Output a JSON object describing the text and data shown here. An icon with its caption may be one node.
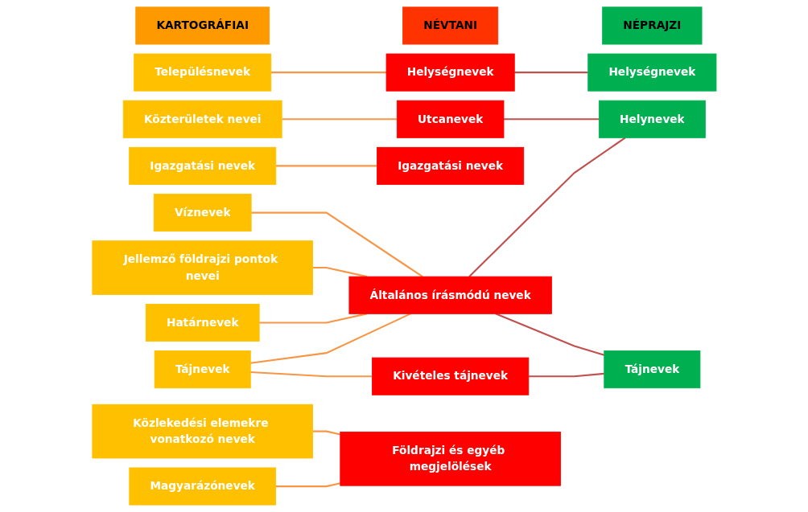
{
  "diagram": {
    "nodes": [
      {
        "text": [
          "KARTOGRÁFIAI"
        ]
      },
      {
        "text": [
          "NÉVTANI"
        ]
      },
      {
        "text": [
          "NÉPRAJZI"
        ]
      },
      {
        "text": [
          "Településnevek"
        ]
      },
      {
        "text": [
          "Közterületek nevei"
        ]
      },
      {
        "text": [
          "Igazgatási nevek"
        ]
      },
      {
        "text": [
          "Víznevek"
        ]
      },
      {
        "text": [
          "Jellemző földrajzi pontok nevei"
        ]
      },
      {
        "text": [
          "Határnevek"
        ]
      },
      {
        "text": [
          "Tájnevek"
        ]
      },
      {
        "text": [
          "Közlekedési elemekre vonatkozó nevek"
        ]
      },
      {
        "text": [
          "Magyarázónevek"
        ]
      },
      {
        "text": [
          "Helységnevek"
        ]
      },
      {
        "text": [
          "Utcanevek"
        ]
      },
      {
        "text": [
          "Igazgatási nevek"
        ]
      },
      {
        "text": [
          "Általános írásmódú nevek"
        ]
      },
      {
        "text": [
          "Kivételes tájnevek"
        ]
      },
      {
        "text": [
          "Földrajzi és egyéb megjelölések"
        ]
      },
      {
        "text": [
          "Helységnevek"
        ]
      },
      {
        "text": [
          "Helynevek"
        ]
      },
      {
        "text": [
          "Tájnevek"
        ]
      }
    ],
    "edges": [
      {
        "from": 3,
        "to": 12,
        "arrow": "none"
      },
      {
        "from": 4,
        "to": 13,
        "arrow": "none"
      },
      {
        "from": 5,
        "to": 14,
        "arrow": "none"
      },
      {
        "from": 6,
        "to": 15,
        "arrow": "none"
      },
      {
        "from": 7,
        "to": 15,
        "arrow": "none"
      },
      {
        "from": 8,
        "to": 15,
        "arrow": "none"
      },
      {
        "from": 9,
        "to": 15,
        "arrow": "none"
      },
      {
        "from": 9,
        "to": 16,
        "arrow": "none"
      },
      {
        "from": 10,
        "to": 17,
        "arrow": "none"
      },
      {
        "from": 11,
        "to": 17,
        "arrow": "none"
      },
      {
        "from": 12,
        "to": 18,
        "arrow": "none",
        "color": "#c0504d"
      },
      {
        "from": 13,
        "to": 19,
        "arrow": "none",
        "color": "#c0504d"
      },
      {
        "from": 15,
        "to": 19,
        "arrow": "none",
        "color": "#c0504d"
      },
      {
        "from": 15,
        "to": 20,
        "arrow": "none",
        "color": "#c0504d"
      },
      {
        "from": 16,
        "to": 20,
        "arrow": "none",
        "color": "#c0504d"
      }
    ]
  }
}
